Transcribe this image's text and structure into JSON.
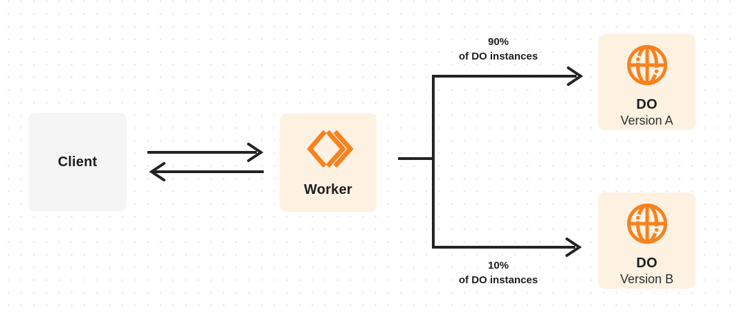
{
  "diagram": {
    "nodes": {
      "client": {
        "label": "Client"
      },
      "worker": {
        "label": "Worker",
        "icon": "workers-chevrons-icon"
      },
      "do_a": {
        "title": "DO",
        "subtitle": "Version A",
        "icon": "globe-icon"
      },
      "do_b": {
        "title": "DO",
        "subtitle": "Version B",
        "icon": "globe-icon"
      }
    },
    "edges": {
      "client_worker": {
        "type": "bidirectional-arrows"
      },
      "split_a": {
        "percent": "90%",
        "caption": "of DO instances"
      },
      "split_b": {
        "percent": "10%",
        "caption": "of DO instances"
      }
    }
  },
  "colors": {
    "accent": "#f6821f",
    "box_cream": "#fdf1e2",
    "box_gray": "#f5f5f6",
    "line": "#232323",
    "text_dark": "#1d1d1e",
    "text_sub": "#2e2e2e",
    "dot_grid": "#e6e6e6",
    "background": "#ffffff"
  }
}
